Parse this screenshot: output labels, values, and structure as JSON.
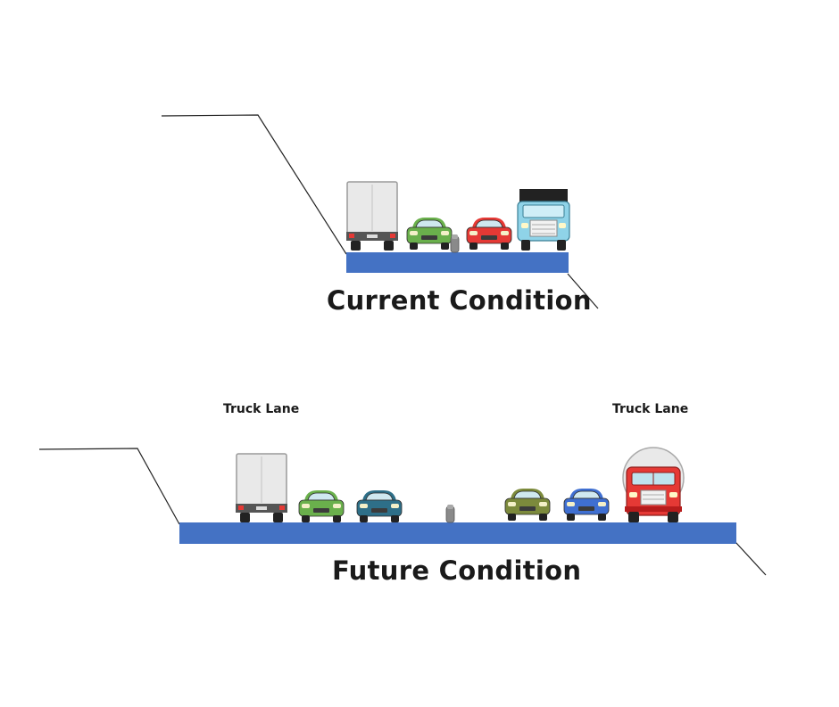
{
  "diagram": {
    "current": {
      "title": "Current Condition"
    },
    "future": {
      "title": "Future Condition",
      "left_label": "Truck Lane",
      "right_label": "Truck Lane"
    }
  },
  "colors": {
    "road": "#4472c4",
    "line": "#222222",
    "truck_box": "#e8e8e8",
    "green_car": "#6ab04c",
    "teal_car": "#2e6f88",
    "red_car": "#e53935",
    "blue_car": "#3f6fd1",
    "olive_car": "#7c8a3c",
    "cab_blue": "#8fd3e8",
    "red_truck": "#e53935",
    "barrier": "#8a8a8a"
  },
  "icons": [
    "box-truck-icon",
    "car-icon",
    "semi-truck-icon",
    "tanker-truck-icon",
    "barrier-icon"
  ]
}
